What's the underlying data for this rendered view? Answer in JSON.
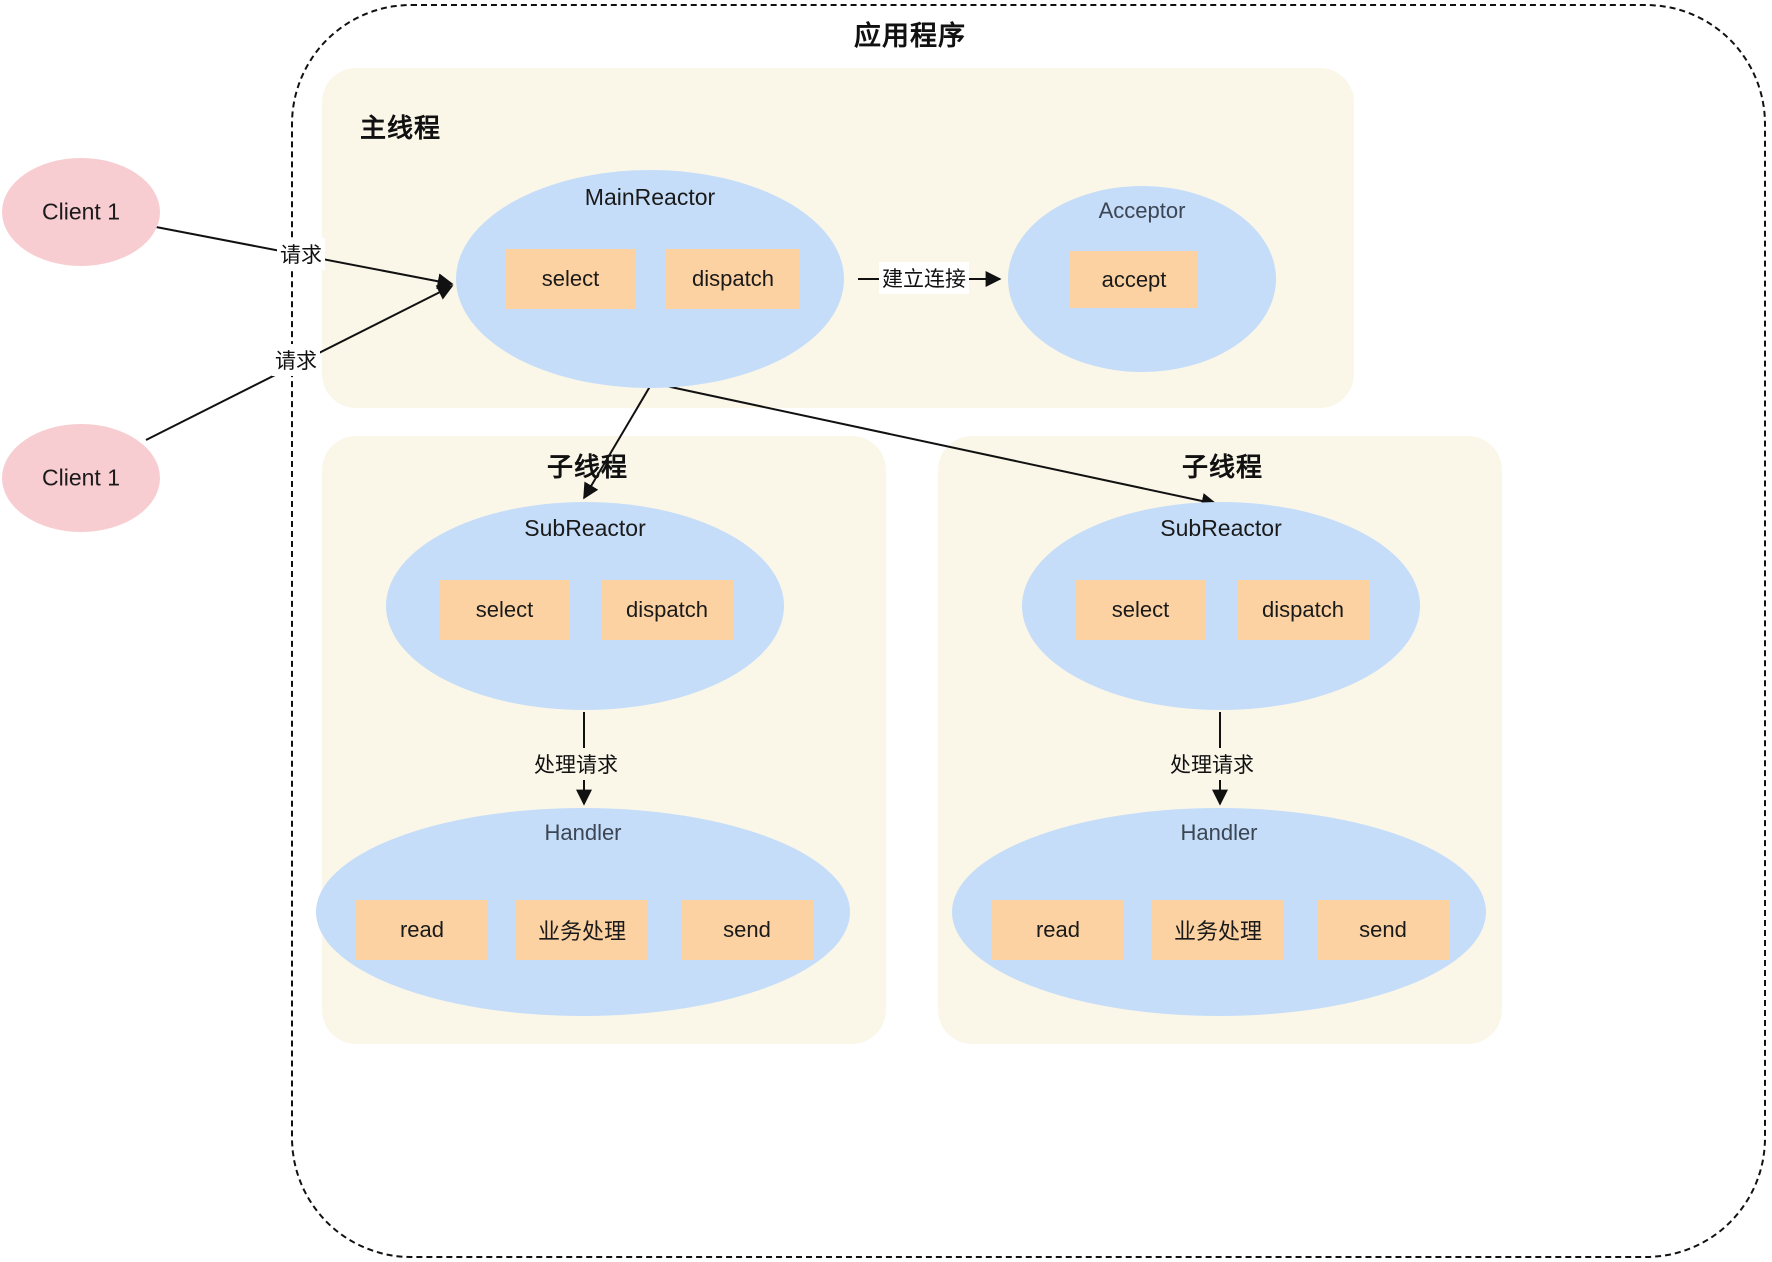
{
  "diagram": {
    "title": "应用程序",
    "boundary_style": "dashed",
    "colors": {
      "panel_bg": "#faf7e9",
      "ellipse_blue": "#c5ddf9",
      "ellipse_pink": "#f8cdd2",
      "box_orange": "#fcd2a2",
      "line": "#111111",
      "label_text": "#3b4553"
    }
  },
  "clients": [
    {
      "label": "Client 1"
    },
    {
      "label": "Client 1"
    }
  ],
  "panels": {
    "main_thread": {
      "title": "主线程",
      "nodes": {
        "main_reactor": {
          "label": "MainReactor",
          "boxes": [
            {
              "label": "select"
            },
            {
              "label": "dispatch"
            }
          ]
        },
        "acceptor": {
          "label": "Acceptor",
          "boxes": [
            {
              "label": "accept"
            }
          ]
        }
      }
    },
    "sub_thread_left": {
      "title": "子线程",
      "nodes": {
        "sub_reactor": {
          "label": "SubReactor",
          "boxes": [
            {
              "label": "select"
            },
            {
              "label": "dispatch"
            }
          ]
        },
        "handler": {
          "label": "Handler",
          "boxes": [
            {
              "label": "read"
            },
            {
              "label": "业务处理"
            },
            {
              "label": "send"
            }
          ]
        }
      }
    },
    "sub_thread_right": {
      "title": "子线程",
      "nodes": {
        "sub_reactor": {
          "label": "SubReactor",
          "boxes": [
            {
              "label": "select"
            },
            {
              "label": "dispatch"
            }
          ]
        },
        "handler": {
          "label": "Handler",
          "boxes": [
            {
              "label": "read"
            },
            {
              "label": "业务处理"
            },
            {
              "label": "send"
            }
          ]
        }
      }
    }
  },
  "edges": [
    {
      "from": "client-1",
      "to": "main-reactor",
      "label": "请求"
    },
    {
      "from": "client-2",
      "to": "main-reactor",
      "label": "请求"
    },
    {
      "from": "main-reactor",
      "to": "acceptor",
      "label": "建立连接"
    },
    {
      "from": "main-reactor",
      "to": "sub-reactor-left",
      "label": ""
    },
    {
      "from": "main-reactor",
      "to": "sub-reactor-right",
      "label": ""
    },
    {
      "from": "sub-reactor-left",
      "to": "handler-left",
      "label": "处理请求"
    },
    {
      "from": "sub-reactor-right",
      "to": "handler-right",
      "label": "处理请求"
    },
    {
      "from": "read-left",
      "to": "biz-left",
      "label": ""
    },
    {
      "from": "biz-left",
      "to": "send-left",
      "label": ""
    },
    {
      "from": "read-right",
      "to": "biz-right",
      "label": ""
    },
    {
      "from": "biz-right",
      "to": "send-right",
      "label": ""
    }
  ]
}
